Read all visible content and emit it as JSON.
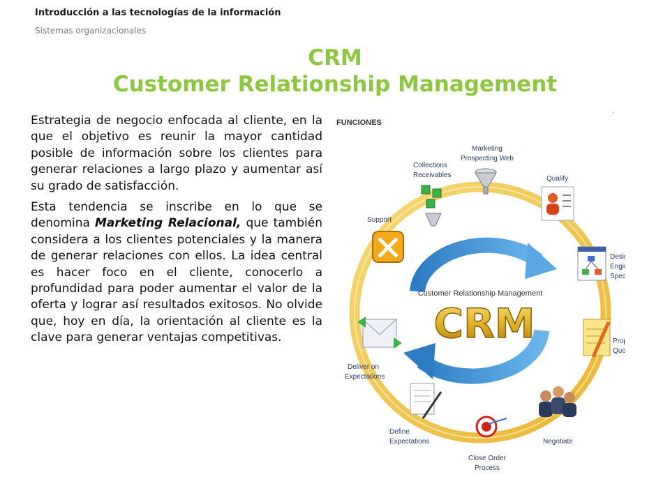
{
  "header": {
    "course": "Introducción a las tecnologías de la información",
    "section": "Sistemas organizacionales"
  },
  "title": {
    "line1": "CRM",
    "line2": "Customer Relationship Management"
  },
  "body": {
    "p1": "Estrategia de negocio enfocada al cliente, en la que el objetivo es reunir la mayor cantidad posible de información sobre los clientes para generar relaciones a largo plazo y aumentar así su grado de satisfacción.",
    "p2_before": "Esta tendencia se inscribe en lo que se denomina ",
    "p2_bold": "Marketing Relacional,",
    "p2_after": " que también considera a los clientes potenciales y la manera de generar relaciones con ellos. La idea central es hacer foco en el cliente, conocerlo a profundidad para poder aumentar el valor de la oferta y lograr así resultados exitosos. No olvide que, hoy en día, la orientación al cliente es la clave para generar ventajas competitivas."
  },
  "diagram": {
    "heading": "FUNCIONES",
    "center_label": "Customer Relationship Management",
    "center_logo": "CRM",
    "stages": {
      "marketing": [
        "Marketing",
        "Prospecting Web"
      ],
      "qualify": [
        "Qualify"
      ],
      "design": [
        "Design",
        "Engineer",
        "Specify"
      ],
      "propose": [
        "Propose",
        "Quote"
      ],
      "negotiate": [
        "Negotiate"
      ],
      "close": [
        "Close Order",
        "Process"
      ],
      "define": [
        "Define",
        "Expectations"
      ],
      "deliver": [
        "Deliver on",
        "Expectations"
      ],
      "support": [
        "Support"
      ],
      "collections": [
        "Collections",
        "Receivables"
      ]
    }
  },
  "colors": {
    "title_green": "#8dc63f",
    "ring_yellow": "#f3c64a",
    "arrow_blue": "#3b8fd4",
    "label_navy": "#2a3a6a"
  }
}
